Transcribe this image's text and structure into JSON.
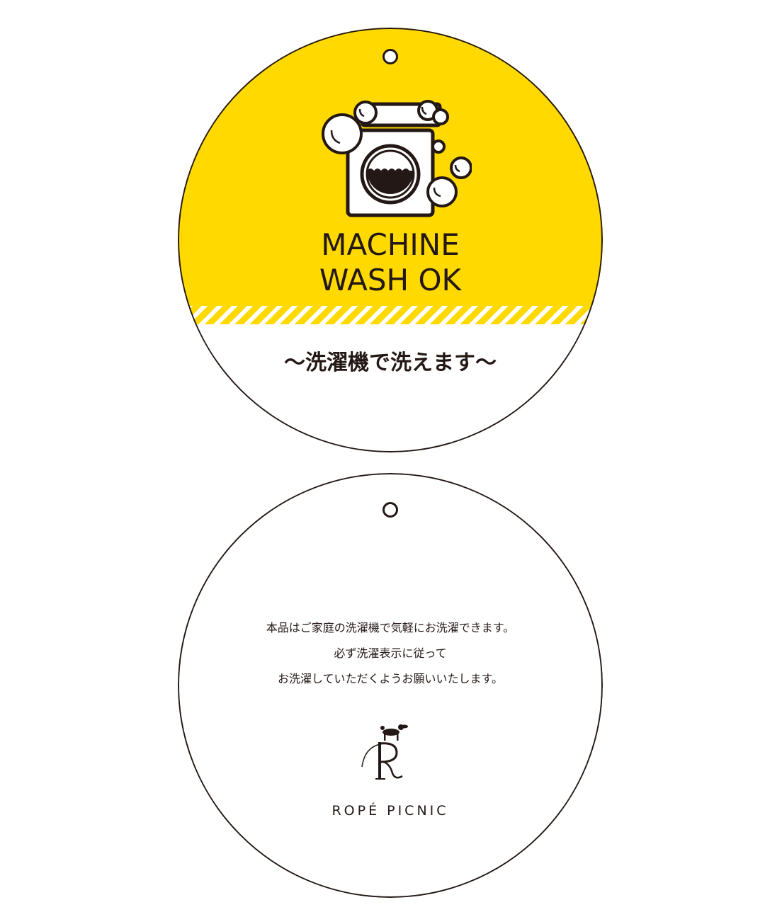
{
  "front_tag": {
    "headline_line1": "MACHINE",
    "headline_line2": "WASH OK",
    "subtitle": "～洗濯機で洗えます～",
    "icon": "washing-machine-with-bubbles-icon",
    "colors": {
      "yellow": "#FFD900",
      "ink": "#231815",
      "white": "#FFFFFF"
    }
  },
  "back_tag": {
    "lines": [
      "本品はご家庭の洗濯機で気軽にお洗濯できます。",
      "必ず洗濯表示に従って",
      "お洗濯していただくようお願いいたします。"
    ],
    "logo_icon": "rope-picnic-r-dog-logo-icon",
    "brand_name": "ROPÉ PICNIC"
  }
}
